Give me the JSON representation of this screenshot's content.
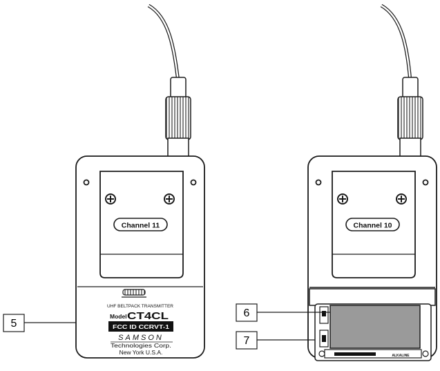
{
  "left_unit": {
    "channel_label": "Channel 11",
    "sticker": {
      "line1": "UHF BELTPACK TRANSMITTER",
      "model_prefix": "Model",
      "model_name": "CT4CL",
      "fcc_id": "FCC ID CCRVT-1",
      "brand": "SAMSON",
      "company": "Technologies Corp.",
      "location": "New York  U.S.A."
    }
  },
  "right_unit": {
    "channel_label": "Channel 10",
    "battery_label": "ALKALINE"
  },
  "callouts": [
    {
      "number": "5",
      "target": "bottom door label"
    },
    {
      "number": "6",
      "target": "battery"
    },
    {
      "number": "7",
      "target": "battery door"
    }
  ],
  "colors": {
    "stroke": "#1a1a1a",
    "body_fill": "#ffffff",
    "battery_fill": "#9a9a9a",
    "black_band": "#111111"
  }
}
